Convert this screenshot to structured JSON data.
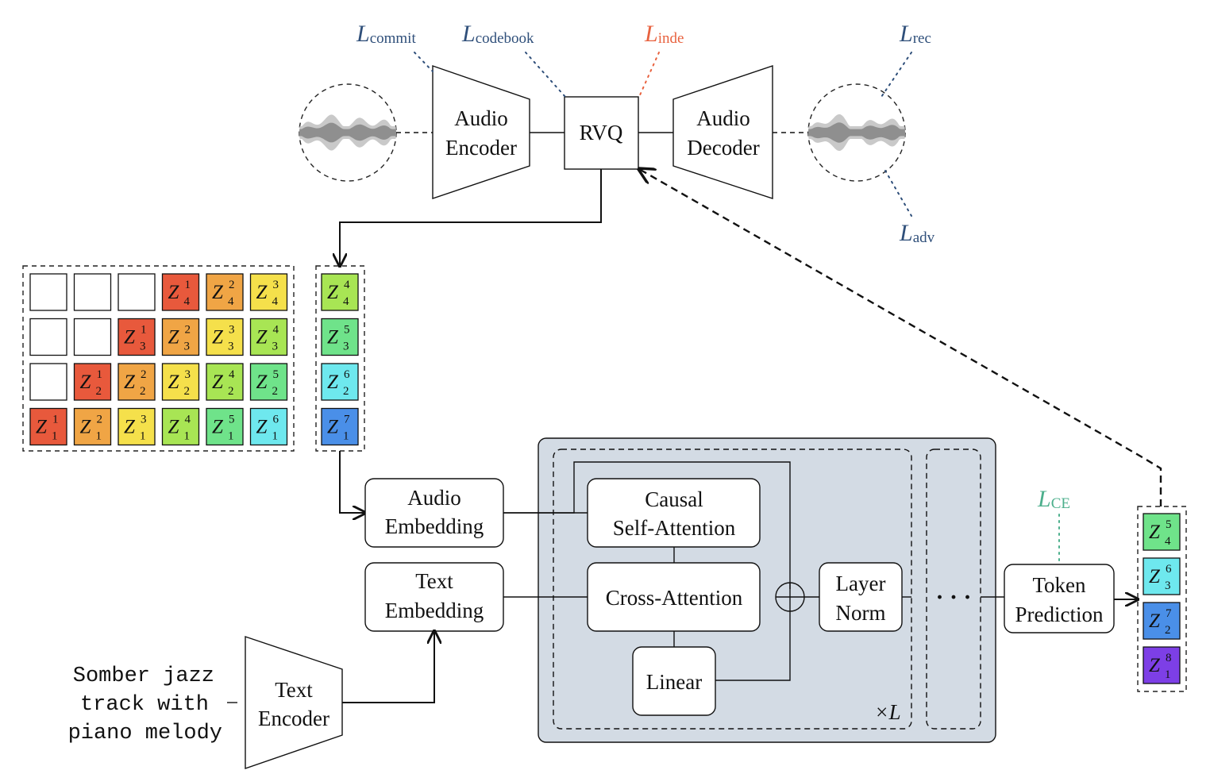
{
  "encoder_block": {
    "audio_encoder": [
      "Audio",
      "Encoder"
    ],
    "rvq": "RVQ",
    "audio_decoder": [
      "Audio",
      "Decoder"
    ]
  },
  "losses": {
    "commit": {
      "symbol": "L",
      "sub": "commit",
      "color": "#2f4f7a"
    },
    "codebook": {
      "symbol": "L",
      "sub": "codebook",
      "color": "#2f4f7a"
    },
    "inde": {
      "symbol": "L",
      "sub": "inde",
      "color": "#e8623f"
    },
    "rec": {
      "symbol": "L",
      "sub": "rec",
      "color": "#2f4f7a"
    },
    "adv": {
      "symbol": "L",
      "sub": "adv",
      "color": "#2f4f7a"
    },
    "ce": {
      "symbol": "L",
      "sub": "CE",
      "color": "#4caf8c"
    }
  },
  "token_palette": {
    "1": "#e8593c",
    "2": "#f0a545",
    "3": "#f5e04b",
    "4": "#a8e554",
    "5": "#6fe38a",
    "6": "#6ee8ee",
    "7": "#4a8fe8",
    "8": "#7d3fe6"
  },
  "token_grid": [
    [
      null,
      null,
      null,
      {
        "sup": "1",
        "sub": "4"
      },
      {
        "sup": "2",
        "sub": "4"
      },
      {
        "sup": "3",
        "sub": "4"
      }
    ],
    [
      null,
      null,
      {
        "sup": "1",
        "sub": "3"
      },
      {
        "sup": "2",
        "sub": "3"
      },
      {
        "sup": "3",
        "sub": "3"
      },
      {
        "sup": "4",
        "sub": "3"
      }
    ],
    [
      null,
      {
        "sup": "1",
        "sub": "2"
      },
      {
        "sup": "2",
        "sub": "2"
      },
      {
        "sup": "3",
        "sub": "2"
      },
      {
        "sup": "4",
        "sub": "2"
      },
      {
        "sup": "5",
        "sub": "2"
      }
    ],
    [
      {
        "sup": "1",
        "sub": "1"
      },
      {
        "sup": "2",
        "sub": "1"
      },
      {
        "sup": "3",
        "sub": "1"
      },
      {
        "sup": "4",
        "sub": "1"
      },
      {
        "sup": "5",
        "sub": "1"
      },
      {
        "sup": "6",
        "sub": "1"
      }
    ]
  ],
  "current_column": [
    {
      "sup": "4",
      "sub": "4"
    },
    {
      "sup": "5",
      "sub": "3"
    },
    {
      "sup": "6",
      "sub": "2"
    },
    {
      "sup": "7",
      "sub": "1"
    }
  ],
  "output_column": [
    {
      "sup": "5",
      "sub": "4"
    },
    {
      "sup": "6",
      "sub": "3"
    },
    {
      "sup": "7",
      "sub": "2"
    },
    {
      "sup": "8",
      "sub": "1"
    }
  ],
  "token_symbol": "Z",
  "embeddings": {
    "audio": [
      "Audio",
      "Embedding"
    ],
    "text": [
      "Text",
      "Embedding"
    ]
  },
  "text_encoder": [
    "Text",
    "Encoder"
  ],
  "prompt_lines": [
    "Somber jazz",
    "track with",
    "piano melody"
  ],
  "transformer": {
    "self_attention": [
      "Causal",
      "Self-Attention"
    ],
    "cross_attention": "Cross-Attention",
    "linear": "Linear",
    "layer_norm": [
      "Layer",
      "Norm"
    ],
    "repeat_label": "×L",
    "ellipsis": "· · ·",
    "panel_color": "#d3dbe4"
  },
  "token_prediction": [
    "Token",
    "Prediction"
  ]
}
